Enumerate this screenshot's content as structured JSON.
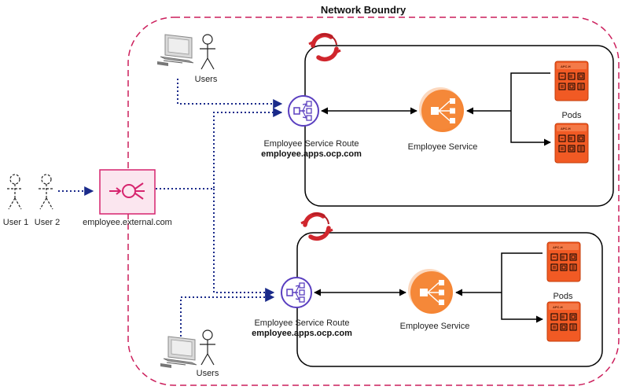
{
  "boundary": {
    "title": "Network Boundry"
  },
  "external_users": {
    "user1": "User 1",
    "user2": "User 2"
  },
  "load_balancer": {
    "label": "employee.external.com"
  },
  "cluster_top": {
    "users_label": "Users",
    "route_label": "Employee Service Route",
    "route_host": "employee.apps.ocp.com",
    "service_label": "Employee Service",
    "pods_label": "Pods",
    "pod_tag": "APC-H"
  },
  "cluster_bottom": {
    "users_label": "Users",
    "route_label": "Employee Service Route",
    "route_host": "employee.apps.ocp.com",
    "service_label": "Employee Service",
    "pods_label": "Pods",
    "pod_tag": "APC-H"
  },
  "colors": {
    "boundary": "#cc1f5c",
    "openshift": "#d0262d",
    "route": "#5a3fc0",
    "service": "#f58534",
    "pod": "#f15a24",
    "dotted_link": "#1a2a8a",
    "lb": "#d6246e"
  }
}
